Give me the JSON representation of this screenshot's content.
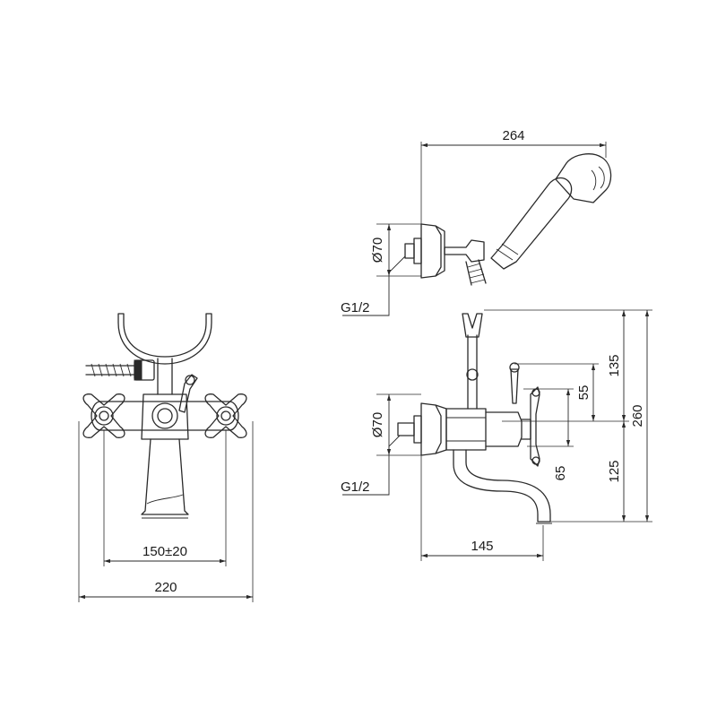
{
  "dimensions": {
    "front_width": "220",
    "front_spacing": "150±20",
    "side_depth": "145",
    "side_total_height": "260",
    "side_upper_height": "135",
    "side_lower_height": "125",
    "side_handle_offset": "55",
    "side_spout_offset": "65",
    "side_flange_dia": "Ø70",
    "side_thread": "G1/2",
    "shower_length": "264",
    "shower_flange_dia": "Ø70",
    "shower_thread": "G1/2"
  },
  "colors": {
    "line": "#2a2a2a",
    "background": "#ffffff"
  }
}
